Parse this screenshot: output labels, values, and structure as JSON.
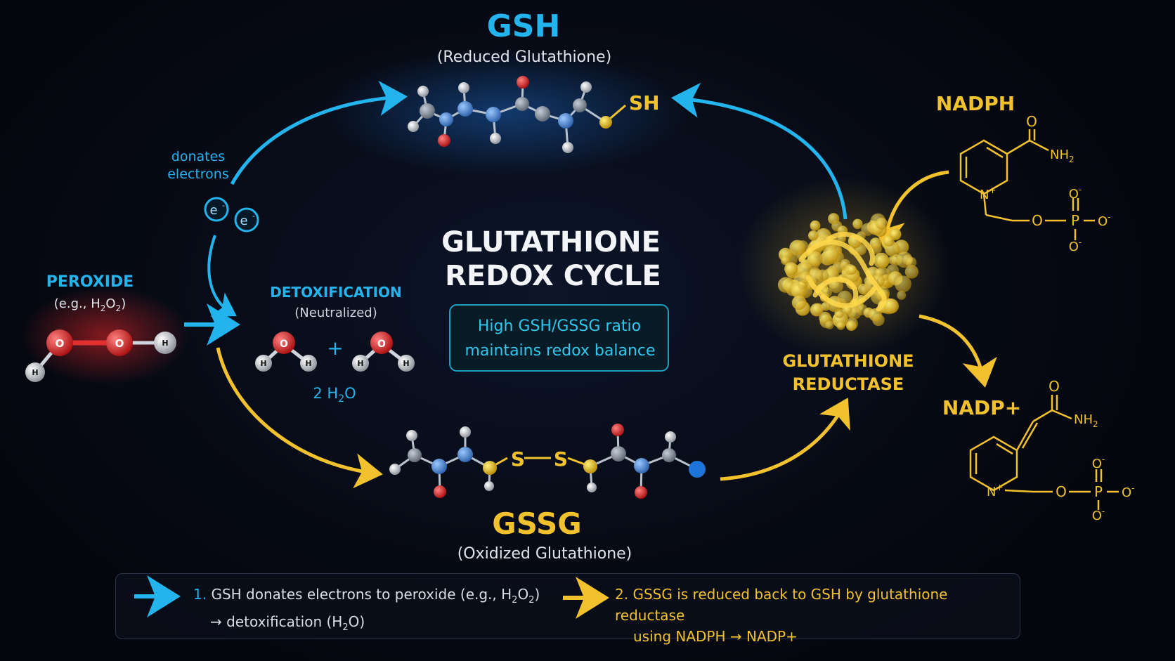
{
  "colors": {
    "blue": "#23b4ee",
    "yellow": "#f2c12e",
    "white": "#e8ecf2",
    "red_atom": "#d42a2a",
    "background": "#070b16"
  },
  "gsh": {
    "title": "GSH",
    "subtitle": "(Reduced Glutathione)",
    "sh_label": "SH"
  },
  "gssg": {
    "title": "GSSG",
    "subtitle": "(Oxidized Glutathione)",
    "s1": "S",
    "s2": "S"
  },
  "center": {
    "title_line1": "GLUTATHIONE",
    "title_line2": "REDOX CYCLE",
    "box_line1": "High GSH/GSSG ratio",
    "box_line2": "maintains redox balance"
  },
  "donates": {
    "line1": "donates",
    "line2": "electrons",
    "electron": "e",
    "electron_sup": "-"
  },
  "peroxide": {
    "title": "PEROXIDE",
    "sub_prefix": "(e.g., H",
    "sub_subscript": "2",
    "sub_mid": "O",
    "sub_subscript2": "2",
    "sub_suffix": ")",
    "atom_o": "O",
    "atom_h": "H"
  },
  "detox": {
    "title": "DETOXIFICATION",
    "subtitle": "(Neutralized)",
    "plus": "+",
    "product_prefix": "2 H",
    "product_sub": "2",
    "product_suffix": "O",
    "atom_o": "O",
    "atom_h": "H"
  },
  "reductase": {
    "line1": "GLUTATHIONE",
    "line2": "REDUCTASE"
  },
  "nadph": {
    "title": "NADPH",
    "o": "O",
    "nh2": "NH",
    "nh2_sub": "2",
    "n_plus": "N",
    "plus_sup": "+",
    "o_link": "O",
    "p": "P",
    "o_minus": "O",
    "minus": "-"
  },
  "nadp": {
    "title": "NADP+",
    "o": "O",
    "nh2": "NH",
    "nh2_sub": "2",
    "n_plus": "N",
    "plus_sup": "+",
    "o_link": "O",
    "p": "P",
    "o_minus": "O",
    "minus": "-"
  },
  "legend": {
    "item1_num": "1.",
    "item1_line1_prefix": "GSH donates electrons to peroxide (e.g., H",
    "item1_sub": "2",
    "item1_mid": "O",
    "item1_sub2": "2",
    "item1_suffix": ")",
    "item1_line2_prefix": "→ detoxification (H",
    "item1_line2_sub": "2",
    "item1_line2_suffix": "O)",
    "item2_num": "2.",
    "item2_line1": "GSSG is reduced back to GSH by glutathione reductase",
    "item2_line2": "using NADPH → NADP+"
  }
}
